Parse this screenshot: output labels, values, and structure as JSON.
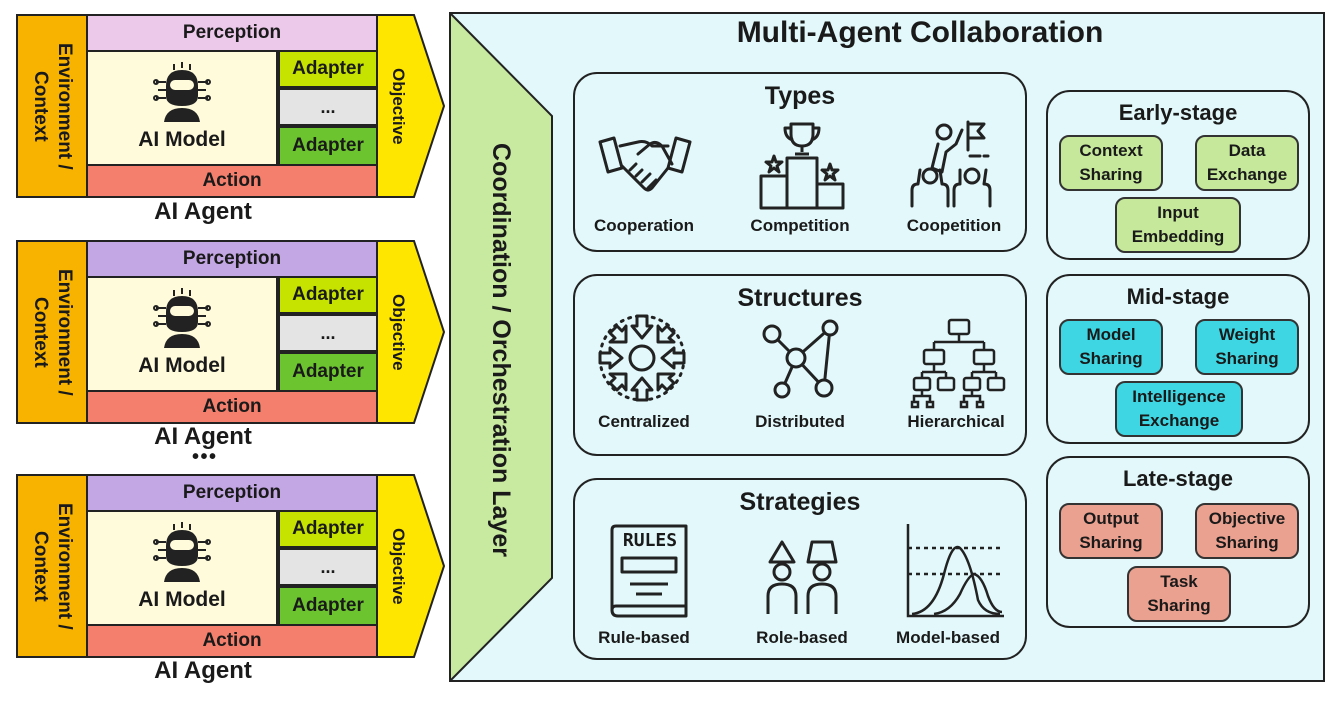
{
  "agent": {
    "environment": "Environment / Context",
    "perception": "Perception",
    "model": "AI Model",
    "adapter": "Adapter",
    "ellipsis": "...",
    "action": "Action",
    "objective": "Objective",
    "label": "AI Agent"
  },
  "between_ellipsis": "• • •",
  "colors": {
    "environment": "#f7b300",
    "perception_first": "#ecc9ea",
    "perception": "#c3a6e4",
    "adapter_light": "#c6e300",
    "adapter_dark": "#6cc52f",
    "action": "#f47f6c",
    "objective": "#ffe600",
    "coordination": "#c7e9a0",
    "panel_bg": "#e2f8fa",
    "early_chip": "#c5e89a",
    "mid_chip": "#3ed6e3",
    "late_chip": "#eba190"
  },
  "coordination_label": "Coordination / Orchestration Layer",
  "main_title": "Multi-Agent Collaboration",
  "types": {
    "title": "Types",
    "items": [
      {
        "label": "Cooperation",
        "icon": "handshake-icon"
      },
      {
        "label": "Competition",
        "icon": "podium-trophy-icon"
      },
      {
        "label": "Coopetition",
        "icon": "team-flag-icon"
      }
    ]
  },
  "structures": {
    "title": "Structures",
    "items": [
      {
        "label": "Centralized",
        "icon": "centralized-arrows-icon"
      },
      {
        "label": "Distributed",
        "icon": "network-nodes-icon"
      },
      {
        "label": "Hierarchical",
        "icon": "tree-hierarchy-icon"
      }
    ]
  },
  "strategies": {
    "title": "Strategies",
    "items": [
      {
        "label": "Rule-based",
        "icon": "rules-book-icon",
        "icon_text": "RULES"
      },
      {
        "label": "Role-based",
        "icon": "two-people-icon"
      },
      {
        "label": "Model-based",
        "icon": "distribution-plot-icon"
      }
    ]
  },
  "early": {
    "title": "Early-stage",
    "chips": [
      "Context Sharing",
      "Data Exchange",
      "Input Embedding"
    ]
  },
  "mid": {
    "title": "Mid-stage",
    "chips": [
      "Model Sharing",
      "Weight Sharing",
      "Intelligence Exchange"
    ]
  },
  "late": {
    "title": "Late-stage",
    "chips": [
      "Output Sharing",
      "Objective Sharing",
      "Task Sharing"
    ]
  }
}
